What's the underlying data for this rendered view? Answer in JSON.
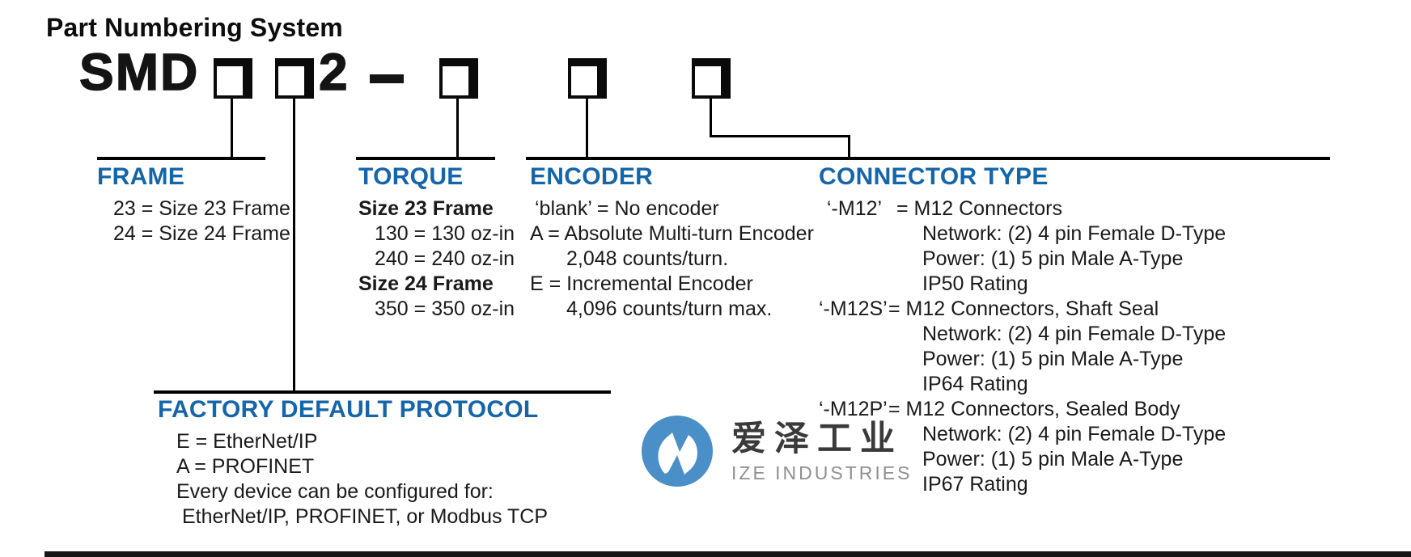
{
  "page": {
    "title": "Part Numbering System"
  },
  "part_number": {
    "prefix": "SMD",
    "fixed_digit": "2",
    "separator": "–"
  },
  "sections": {
    "frame": {
      "heading": "FRAME",
      "items": [
        "23 = Size 23 Frame",
        "24 = Size 24 Frame"
      ]
    },
    "torque": {
      "heading": "TORQUE",
      "size23_label": "Size 23 Frame",
      "size23_items": [
        "130 = 130 oz-in",
        "240 = 240 oz-in"
      ],
      "size24_label": "Size 24 Frame",
      "size24_items": [
        "350 = 350 oz-in"
      ]
    },
    "encoder": {
      "heading": "ENCODER",
      "lines": [
        "‘blank’ = No encoder",
        "A = Absolute Multi-turn Encoder",
        "2,048 counts/turn.",
        "E = Incremental Encoder",
        "4,096 counts/turn max."
      ]
    },
    "connector": {
      "heading": "CONNECTOR TYPE",
      "options": [
        {
          "code": "‘-M12’",
          "name": "= M12 Connectors",
          "details": [
            "Network: (2) 4 pin Female D-Type",
            "Power: (1) 5 pin Male A-Type",
            "IP50 Rating"
          ]
        },
        {
          "code": "‘-M12S’",
          "name": "= M12 Connectors, Shaft Seal",
          "details": [
            "Network: (2) 4 pin Female D-Type",
            "Power: (1) 5 pin Male A-Type",
            "IP64 Rating"
          ]
        },
        {
          "code": "‘-M12P’",
          "name": "= M12 Connectors, Sealed Body",
          "details": [
            "Network: (2) 4 pin Female D-Type",
            "Power: (1) 5 pin Male A-Type",
            "IP67 Rating"
          ]
        }
      ]
    },
    "protocol": {
      "heading": "FACTORY DEFAULT PROTOCOL",
      "lines": [
        "E = EtherNet/IP",
        "A = PROFINET",
        "Every device can be configured for:",
        "EtherNet/IP, PROFINET, or Modbus TCP"
      ]
    }
  },
  "logo": {
    "zh": "爱泽工业",
    "en": "IZE INDUSTRIES"
  },
  "colors": {
    "heading_blue": "#1565a8",
    "logo_blue": "#4a8fc7",
    "body_text": "#1a1a1a"
  }
}
